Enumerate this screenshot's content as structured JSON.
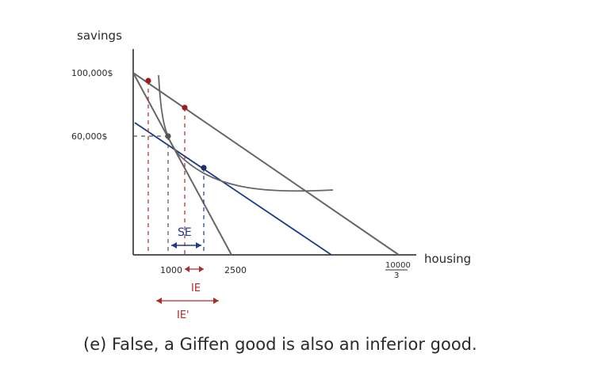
{
  "labels": {
    "y_axis": "savings",
    "x_axis": "housing",
    "y_tick_high": "100,000$",
    "y_tick_mid": "60,000$",
    "x_tick_1000": "1000",
    "x_tick_2500": "2500",
    "x_tick_frac_num": "10000",
    "x_tick_frac_den": "3",
    "se": "SE",
    "ie": "IE",
    "ie_prime": "IE'"
  },
  "statement": "(e) False, a Giffen good is also an inferior good.",
  "colors": {
    "ink": "#555555",
    "red": "#b02a2a",
    "blue": "#1e3a8a"
  }
}
